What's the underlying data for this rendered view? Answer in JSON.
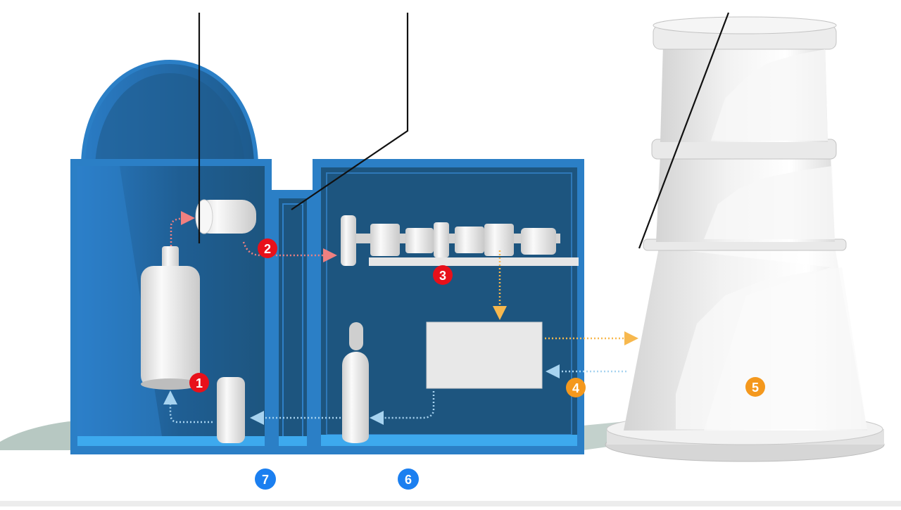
{
  "diagram": {
    "badges": [
      {
        "label": "1",
        "color": "#e8101a"
      },
      {
        "label": "2",
        "color": "#e8101a"
      },
      {
        "label": "3",
        "color": "#e8101a"
      },
      {
        "label": "4",
        "color": "#f4981d"
      },
      {
        "label": "5",
        "color": "#f4981d"
      },
      {
        "label": "6",
        "color": "#1b7ff0"
      },
      {
        "label": "7",
        "color": "#1b7ff0"
      }
    ],
    "colors": {
      "building_blue": "#1f6db5",
      "building_dark": "#1d557f",
      "floor_light": "#3da9ee",
      "equipment_white": "#e9e9e9",
      "cooling_tower": "#e4e4e4",
      "steam_flow": "#f08080",
      "hot_water_flow": "#f7b84e",
      "cold_water_flow": "#a7d3f0",
      "leader_line": "#111111"
    }
  }
}
